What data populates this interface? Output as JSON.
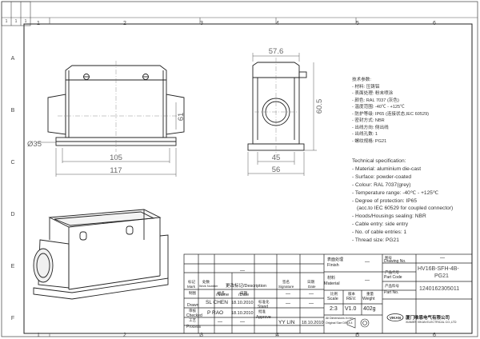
{
  "frame": {
    "col_numbers": [
      "1",
      "2",
      "3",
      "4",
      "5",
      "6"
    ],
    "row_letters": [
      "A",
      "B",
      "C",
      "D",
      "E",
      "F"
    ]
  },
  "revision_table": {
    "c1": "1",
    "c2": "1",
    "c3": "1"
  },
  "dimensions": {
    "top_width": "57.6",
    "height": "60.5",
    "side_depth": "61",
    "bore": "Ø35",
    "base_width": "105",
    "overall_length": "117",
    "foot_width": "45",
    "base_depth": "56"
  },
  "spec_cn": [
    "技术参数:",
    "- 材料: 压铸铝",
    "- 表面处理: 粉末喷涂",
    "- 颜色: RAL 7037 (灰色)",
    "- 温度范围: -40℃ - +125℃",
    "- 防护等级: IP65 (连接状态,IEC 60529)",
    "- 密封方式: NBR",
    "- 出线方向: 侧出线",
    "- 出线孔数: 1",
    "- 螺纹规格: PG21"
  ],
  "spec_en": [
    "Technical specification:",
    "- Material: aluminium die-cast",
    "- Surface: powder-coated",
    "- Colour: RAL 7037(grey)",
    "- Temperature range: -40℃ - +125℃",
    "- Degree of protection: IP65",
    "  (acc.to IEC 60529 for coupled connector)",
    "- Hoods/Housings sealing: NBR",
    "- Cable entry: side entry",
    "- No. of cable entries: 1",
    "- Thread size: PG21"
  ],
  "title_block": {
    "finish_cn": "表面处理",
    "finish_en": "Finish",
    "finish_val": "—",
    "material_cn": "材料",
    "material_en": "Material",
    "material_val": "—",
    "drawing_no_cn": "图号",
    "drawing_no_en": "Drawing No.",
    "drawing_no_val": "—",
    "part_code_cn": "产品代号",
    "part_code_en": "Part Code",
    "part_code_val_1": "HV16B-SFH-4B-",
    "part_code_val_2": "PG21",
    "part_no_cn": "产品料号",
    "part_no_en": "Part No.",
    "part_no_val": "1240162305011",
    "weight_cn": "重量",
    "weight_en": "Weight",
    "weight_val": "402g",
    "scale_cn": "比例",
    "scale_en": "Scale",
    "scale_val": "2:3",
    "rev_cn": "版本",
    "rev_en": "REV.",
    "rev_val": "V1.0",
    "units_note_1": "All Dimensions in mm",
    "units_note_2": "Original Size DIN A 4",
    "company_cn": "厦门唯恩电气有限公司",
    "company_en": "XIAMEN VIKAN ELECTRICAL CO.,LTD",
    "logo_text": "VIKAN",
    "hdr_mark_cn": "标记",
    "hdr_mark_en": "Mark",
    "hdr_work_cn": "处数",
    "hdr_work_en": "Work Number",
    "hdr_desc": "更改标记/Description",
    "hdr_sign_cn": "签名",
    "hdr_sign_en": "Signature",
    "hdr_date_cn": "日期",
    "hdr_date_en": "Date",
    "drawn_cn": "制图",
    "drawn_en": "Drawn",
    "drawn_name": "SL CHEN",
    "drawn_date": "18.10.2010",
    "checked_cn": "审核",
    "checked_en": "Checked",
    "checked_name": "P RAO",
    "checked_date": "18.10.2010",
    "process_cn": "工艺",
    "process_en": "Process",
    "process_name": "—",
    "process_date": "—",
    "hdr_name_cn": "姓名",
    "hdr_name_en": "/Name",
    "hdr_date2_cn": "日期",
    "hdr_date2_en": "/Date",
    "std_cn": "标准化",
    "std_en": "Stand",
    "std_val": "—",
    "std_date": "—",
    "approve_cn": "批准",
    "approve_en": "Approve",
    "approve_name": "YY LIN",
    "approve_date": "18.10.2010",
    "desc_dash": "—",
    "sign_dash": "—",
    "date_dash": "—"
  }
}
